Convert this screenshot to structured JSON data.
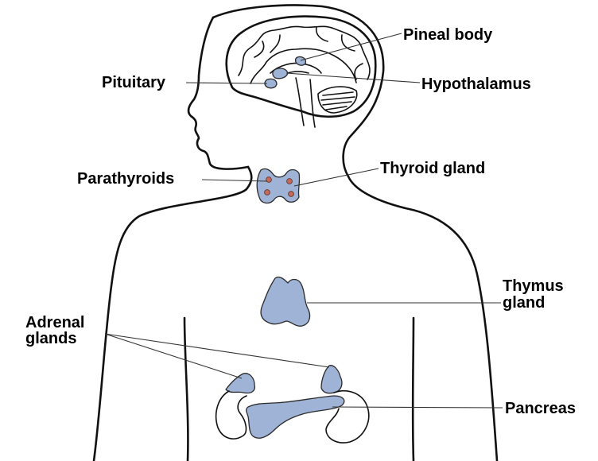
{
  "colors": {
    "gland_fill": "#9fb3d6",
    "gland_dot": "#c46a5a",
    "outline": "#111111",
    "background": "#ffffff"
  },
  "labels": {
    "pineal_body": "Pineal body",
    "pituitary": "Pituitary",
    "hypothalamus": "Hypothalamus",
    "parathyroids": "Parathyroids",
    "thyroid_gland": "Thyroid gland",
    "thymus_gland_line1": "Thymus",
    "thymus_gland_line2": "gland",
    "adrenal_glands_line1": "Adrenal",
    "adrenal_glands_line2": "glands",
    "pancreas": "Pancreas"
  }
}
